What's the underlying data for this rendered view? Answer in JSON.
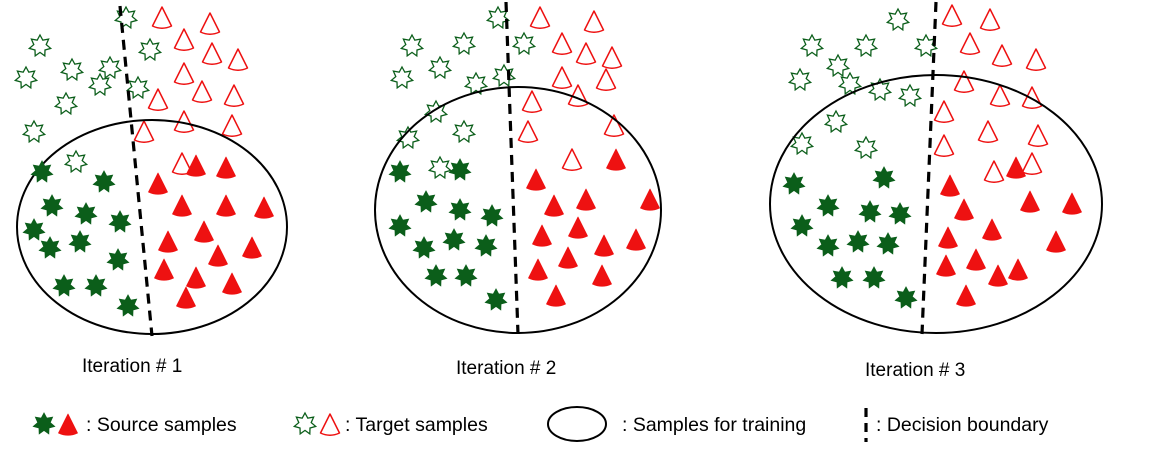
{
  "colors": {
    "source_star": "#0b5e1a",
    "target_star": "#0b5e1a",
    "source_triangle": "#ee1111",
    "target_triangle": "#ee1111",
    "outline": "#000000"
  },
  "icons": [
    "filled-star-icon",
    "outline-star-icon",
    "filled-triangle-icon",
    "outline-triangle-icon",
    "ellipse-icon",
    "dashed-line-icon"
  ],
  "panels": [
    {
      "caption": "Iteration # 1"
    },
    {
      "caption": "Iteration # 2"
    },
    {
      "caption": "Iteration # 3"
    }
  ],
  "legend": {
    "source": ": Source samples",
    "target": ": Target samples",
    "training": ": Samples for training",
    "boundary": ": Decision boundary"
  }
}
